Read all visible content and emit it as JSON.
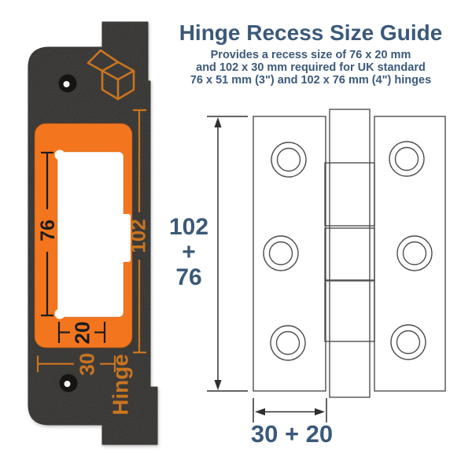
{
  "header": {
    "title": "Hinge Recess Size Guide",
    "subtitle_line1": "Provides a recess size of 76 x 20 mm",
    "subtitle_line2": "and 102 x 30 mm required for UK standard",
    "subtitle_line3": "76 x 51 mm (3\") and 102 x 76 mm (4\") hinges"
  },
  "jig": {
    "engravings": {
      "recess_length_mm": "76",
      "recess_width_mm": "20",
      "plate_width_mm": "30",
      "plate_length_mm": "102",
      "brand": "Hinge"
    },
    "colors": {
      "body": "#2c2b29",
      "recess": "#f3761e",
      "engraving": "#c9751f"
    }
  },
  "diagram": {
    "vertical_dimension_top": "102",
    "vertical_dimension_operator": "+",
    "vertical_dimension_bottom": "76",
    "horizontal_dimension": "30 + 20"
  },
  "colors": {
    "heading": "#3b597a",
    "drawing_line": "#4f4f4f"
  }
}
